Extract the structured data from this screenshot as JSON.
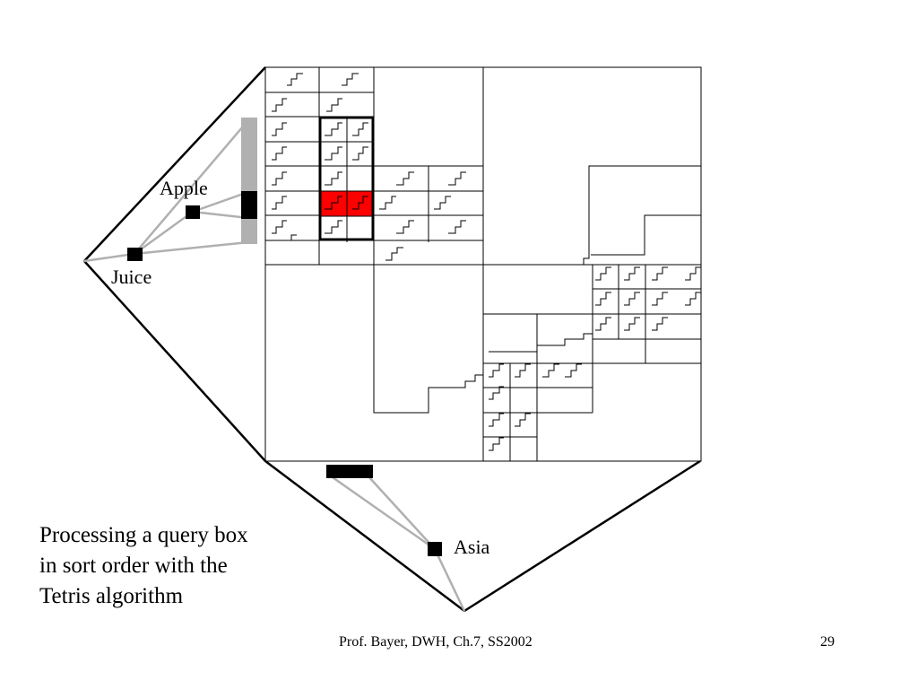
{
  "slide": {
    "dimension_labels": {
      "apple": "Apple",
      "juice": "Juice",
      "asia": "Asia"
    },
    "caption_lines": [
      "Processing a query box",
      "in sort order with the",
      "Tetris algorithm"
    ],
    "footer": "Prof. Bayer, DWH, Ch.7, SS2002",
    "page_number": "29"
  },
  "colors": {
    "query_region": "#ff0000",
    "line": "#000000",
    "hierarchy_edge": "#b0b0b0",
    "selection_bar": "#b0b0b0"
  }
}
